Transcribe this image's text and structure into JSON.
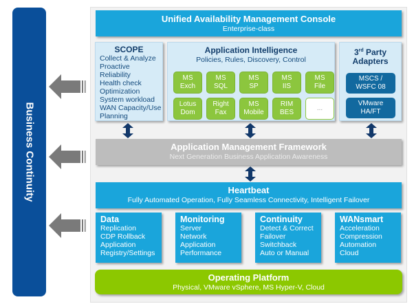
{
  "business_continuity": {
    "label": "Business Continuity",
    "color": "#0a4f9a"
  },
  "arrows": [
    {
      "icon": "arrow-left-icon",
      "target": "SCOPE"
    },
    {
      "icon": "arrow-left-icon",
      "target": "Application Management Framework"
    },
    {
      "icon": "arrow-left-icon",
      "target": "Services"
    }
  ],
  "console": {
    "title": "Unified Availability Management Console",
    "subtitle": "Enterprise-class",
    "color": "#1aa5db"
  },
  "scope": {
    "title": "SCOPE",
    "items": [
      "Collect & Analyze",
      "Proactive Reliability",
      "Health check",
      "Optimization",
      "System workload",
      "WAN Capacity/Use",
      "Planning"
    ]
  },
  "app_intelligence": {
    "title": "Application Intelligence",
    "subtitle": "Policies, Rules, Discovery, Control",
    "apps": [
      {
        "line1": "MS",
        "line2": "Exch"
      },
      {
        "line1": "MS",
        "line2": "SQL"
      },
      {
        "line1": "MS",
        "line2": "SP"
      },
      {
        "line1": "MS",
        "line2": "IIS"
      },
      {
        "line1": "MS",
        "line2": "File"
      },
      {
        "line1": "Lotus",
        "line2": "Dom"
      },
      {
        "line1": "Right",
        "line2": "Fax"
      },
      {
        "line1": "MS",
        "line2": "Mobile"
      },
      {
        "line1": "RIM",
        "line2": "BES"
      },
      {
        "line1": "...",
        "line2": ""
      }
    ]
  },
  "third_party": {
    "title_prefix": "3",
    "title_sup": "rd",
    "title_rest": " Party",
    "title_line2": "Adapters",
    "adapters": [
      {
        "line1": "MSCS /",
        "line2": "WSFC 08"
      },
      {
        "line1": "VMware",
        "line2": "HA/FT"
      }
    ]
  },
  "framework": {
    "title": "Application Management Framework",
    "subtitle": "Next Generation Business Application Awareness",
    "color": "#bdbdbd"
  },
  "heartbeat": {
    "title": "Heartbeat",
    "subtitle": "Fully Automated Operation, Fully Seamless Connectivity, Intelligent Failover",
    "color": "#1aa5db"
  },
  "services": [
    {
      "title": "Data",
      "items": [
        "Replication",
        "CDP Rollback",
        "Application",
        "Registry/Settings"
      ]
    },
    {
      "title": "Monitoring",
      "items": [
        "Server",
        "Network",
        "Application",
        "Performance"
      ]
    },
    {
      "title": "Continuity",
      "items": [
        "Detect & Correct",
        "Failover",
        "Switchback",
        "Auto or Manual"
      ]
    },
    {
      "title": "WANsmart",
      "items": [
        "Acceleration",
        "Compression",
        "Automation",
        "Cloud"
      ]
    }
  ],
  "platform": {
    "title": "Operating Platform",
    "subtitle": "Physical, VMware vSphere, MS Hyper-V, Cloud",
    "color": "#8cc800"
  }
}
